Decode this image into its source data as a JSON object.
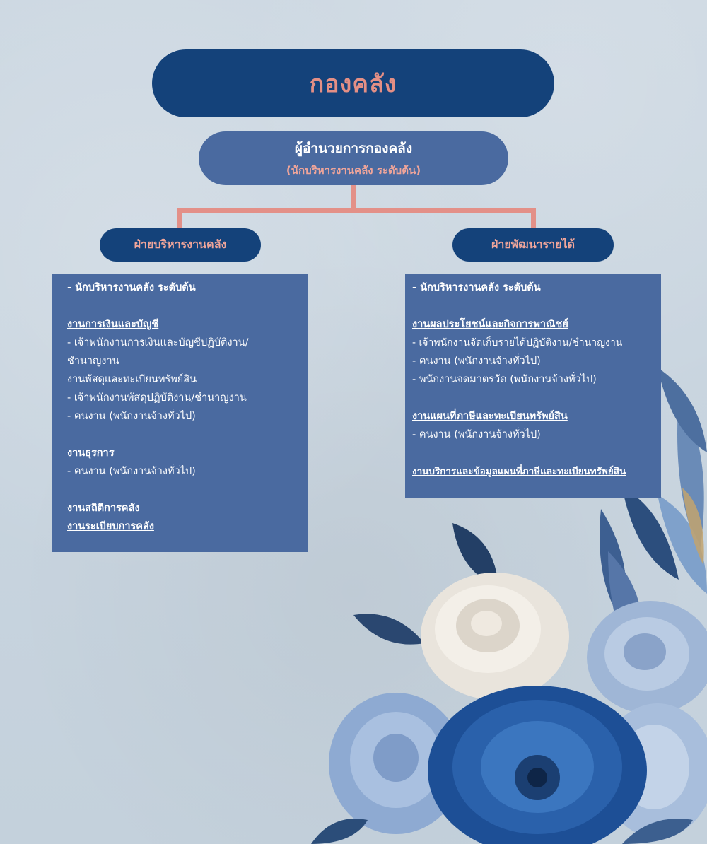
{
  "colors": {
    "background": "#c9d5df",
    "navy": "#14427a",
    "panel_blue": "#4a6aa0",
    "salmon": "#e48f85",
    "text_white": "#ffffff"
  },
  "title": "กองคลัง",
  "director": {
    "title": "ผู้อำนวยการกองคลัง",
    "subtitle": "(นักบริหารงานคลัง ระดับต้น)"
  },
  "divisions": [
    {
      "name": "ฝ่ายบริหารงานคลัง",
      "lines": [
        "- นักบริหารงานคลัง ระดับต้น",
        "",
        "งานการเงินและบัญชี",
        "- เจ้าพนักงานการเงินและบัญชีปฏิบัติงาน/",
        " ชำนาญงาน",
        "งานพัสดุและทะเบียนทรัพย์สิน",
        "- เจ้าพนักงานพัสดุปฏิบัติงาน/ชำนาญงาน",
        "- คนงาน (พนักงานจ้างทั่วไป)",
        "",
        "งานธุรการ",
        "- คนงาน (พนักงานจ้างทั่วไป)",
        "",
        "งานสถิติการคลัง",
        "งานระเบียบการคลัง"
      ]
    },
    {
      "name": "ฝ่ายพัฒนารายได้",
      "lines": [
        "- นักบริหารงานคลัง ระดับต้น",
        "",
        "งานผลประโยชน์และกิจการพาณิชย์",
        "- เจ้าพนักงานจัดเก็บรายได้ปฏิบัติงาน/ชำนาญงาน",
        "- คนงาน (พนักงานจ้างทั่วไป)",
        "- พนักงานจดมาตรวัด (พนักงานจ้างทั่วไป)",
        "",
        "งานแผนที่ภาษีและทะเบียนทรัพย์สิน",
        "- คนงาน (พนักงานจ้างทั่วไป)",
        "",
        "งานบริการและข้อมูลแผนที่ภาษีและทะเบียนทรัพย์สิน"
      ]
    }
  ],
  "decoration": {
    "icon": "flower-bouquet-illustration"
  }
}
